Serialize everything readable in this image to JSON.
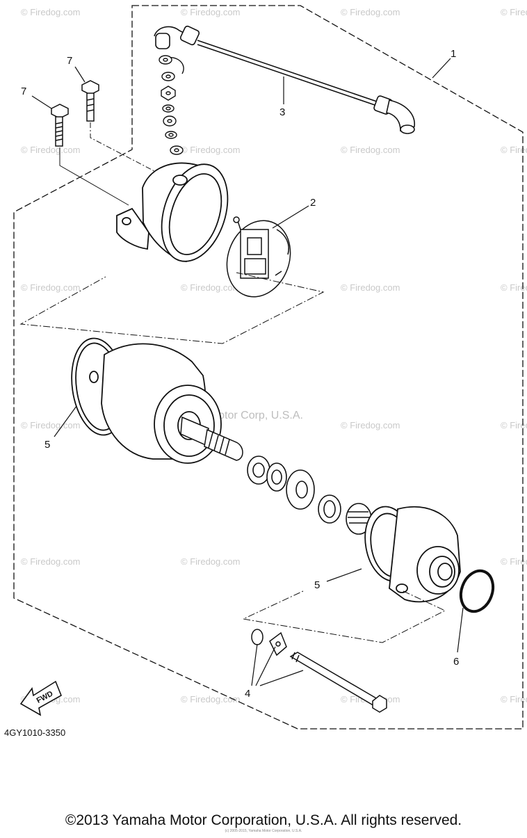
{
  "callouts": {
    "c1": "1",
    "c2": "2",
    "c3": "3",
    "c4": "4",
    "c5a": "5",
    "c5b": "5",
    "c6": "6",
    "c7a": "7",
    "c7b": "7"
  },
  "fwd_label": "FWD",
  "diagram_code": "4GY1010-3350",
  "watermark_text": "© Firedog.com",
  "center_watermark": "© Yamaha Motor Corp, U.S.A.",
  "copyright": "©2013 Yamaha Motor Corporation, U.S.A. All rights reserved.",
  "fine_print": "(c) 2005-2015, Yamaha Motor Corporation, U.S.A.",
  "colors": {
    "ink": "#111111",
    "watermark": "#c9c9c9"
  }
}
